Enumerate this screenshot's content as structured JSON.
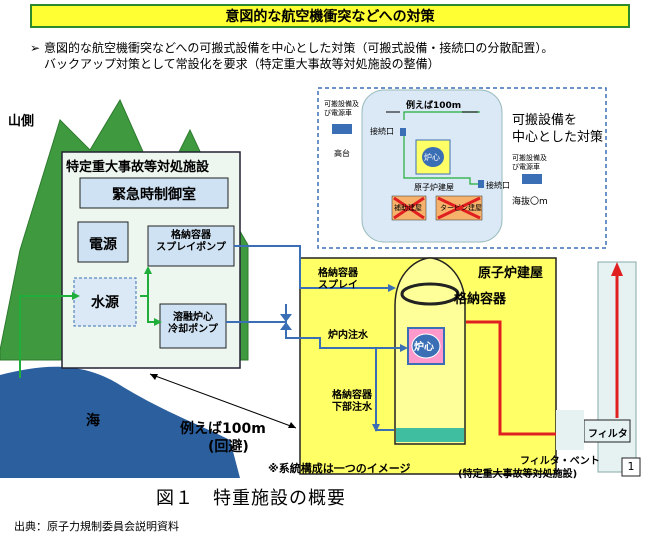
{
  "title": "意図的な航空機衝突などへの対策",
  "bullet": {
    "line1": "意図的な航空機衝突などへの可搬式設備を中心とした対策（可搬式設備・接続口の分散配置）。",
    "line2": "バックアップ対策として常設化を要求（特定重大事故等対処施設の整備）"
  },
  "labels": {
    "mountain": "山側",
    "facility": "特定重大事故等対処施設",
    "control_room": "緊急時制御室",
    "power": "電源",
    "water": "水源",
    "spray_pump_1": "格納容器",
    "spray_pump_2": "スプレイポンプ",
    "core_pump_1": "溶融炉心",
    "core_pump_2": "冷却ポンプ",
    "sea": "海",
    "distance_1": "例えば100m",
    "distance_2": "(回避)",
    "reactor_building": "原子炉建屋",
    "containment": "格納容器",
    "spray_1": "格納容器",
    "spray_2": "スプレイ",
    "core_injection": "炉内注水",
    "core": "炉心",
    "lower_1": "格納容器",
    "lower_2": "下部注水",
    "filter": "フィルタ",
    "vent_1": "フィルタ・ベント",
    "vent_2": "(特定重大事故等対処施設)",
    "note": "※系統構成は一つのイメージ",
    "page": "1",
    "inset_distance": "例えば100m",
    "inset_connection_1": "接続口",
    "inset_connection_2": "接続口",
    "inset_core": "炉心",
    "inset_building": "原子炉建屋",
    "inset_turbine_1": "補助建屋",
    "inset_turbine_2": "タービン建屋",
    "inset_equipment_1a": "可搬設備及",
    "inset_equipment_1b": "び電源車",
    "inset_highland": "高台",
    "inset_equipment_2a": "可搬設備及",
    "inset_equipment_2b": "び電源車",
    "inset_sea_level": "海抜〇m",
    "inset_title_1": "可搬設備を",
    "inset_title_2": "中心とした対策"
  },
  "caption": "図１　特重施設の概要",
  "source": "出典：原子力規制委員会説明資料",
  "colors": {
    "title_bg": "#ffff33",
    "mountain": "#3f9a3f",
    "sea": "#2b5f9e",
    "facility_bg": "#eef6f0",
    "reactor_bg": "#ffff66",
    "pipe_blue": "#3b6fb5",
    "pipe_red": "#e02020",
    "pipe_green": "#1fae3a",
    "inset_border": "#3b6fb5"
  }
}
